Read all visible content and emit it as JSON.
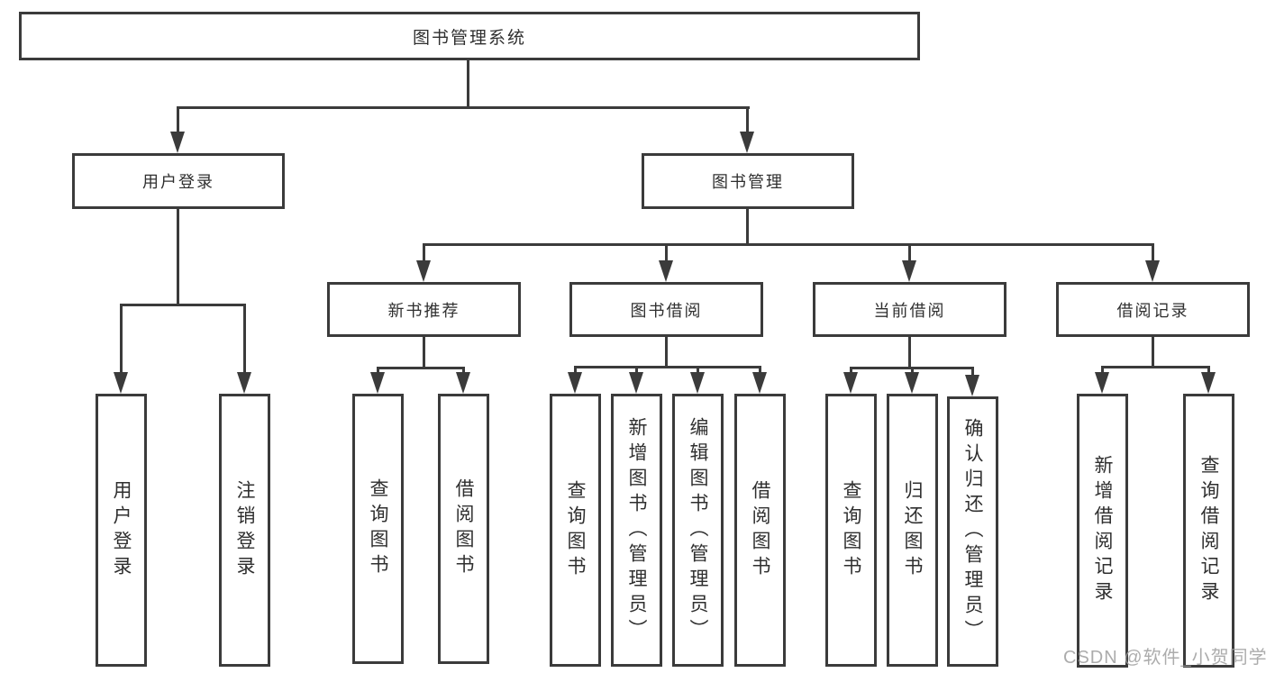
{
  "tree": {
    "label": "图书管理系统",
    "children": [
      {
        "label": "用户登录",
        "children": [
          {
            "label": "用户登录"
          },
          {
            "label": "注销登录"
          }
        ]
      },
      {
        "label": "图书管理",
        "children": [
          {
            "label": "新书推荐",
            "children": [
              {
                "label": "查询图书"
              },
              {
                "label": "借阅图书"
              }
            ]
          },
          {
            "label": "图书借阅",
            "children": [
              {
                "label": "查询图书"
              },
              {
                "label": "新增图书（管理员）"
              },
              {
                "label": "编辑图书（管理员）"
              },
              {
                "label": "借阅图书"
              }
            ]
          },
          {
            "label": "当前借阅",
            "children": [
              {
                "label": "查询图书"
              },
              {
                "label": "归还图书"
              },
              {
                "label": "确认归还（管理员）"
              }
            ]
          },
          {
            "label": "借阅记录",
            "children": [
              {
                "label": "新增借阅记录"
              },
              {
                "label": "查询借阅记录"
              }
            ]
          }
        ]
      }
    ]
  },
  "watermark": {
    "text": "CSDN @软件_小贺同学",
    "color": "#9e9e9e"
  },
  "colors": {
    "line": "#3b3b3b",
    "box_border": "#3b3b3b",
    "box_background": "#ffffff",
    "text": "#2f2f2f",
    "page_background": "#ffffff"
  }
}
